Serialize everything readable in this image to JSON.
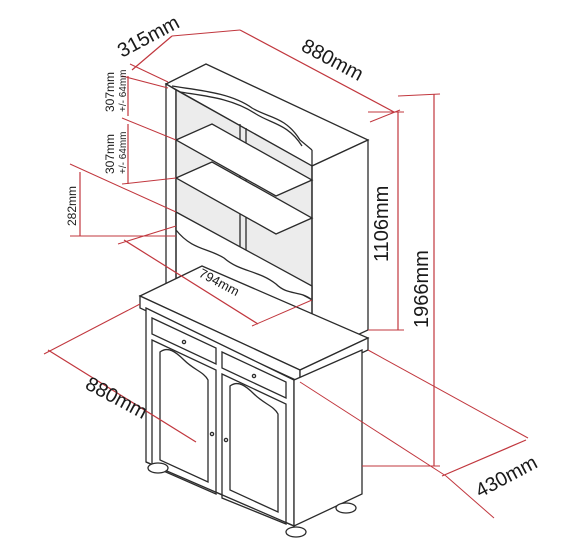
{
  "dimensions": {
    "top_depth": "315mm",
    "top_width": "880mm",
    "shelf_height_1": "307mm",
    "shelf_tolerance_1": "+/- 64mm",
    "shelf_height_2": "307mm",
    "shelf_tolerance_2": "+/- 64mm",
    "lower_shelf_height": "282mm",
    "inner_width": "794mm",
    "hutch_height": "1106mm",
    "total_height": "1966mm",
    "base_width": "880mm",
    "base_depth": "430mm"
  },
  "colors": {
    "dimension_line": "#c1373e",
    "outline": "#2b2b2b"
  }
}
